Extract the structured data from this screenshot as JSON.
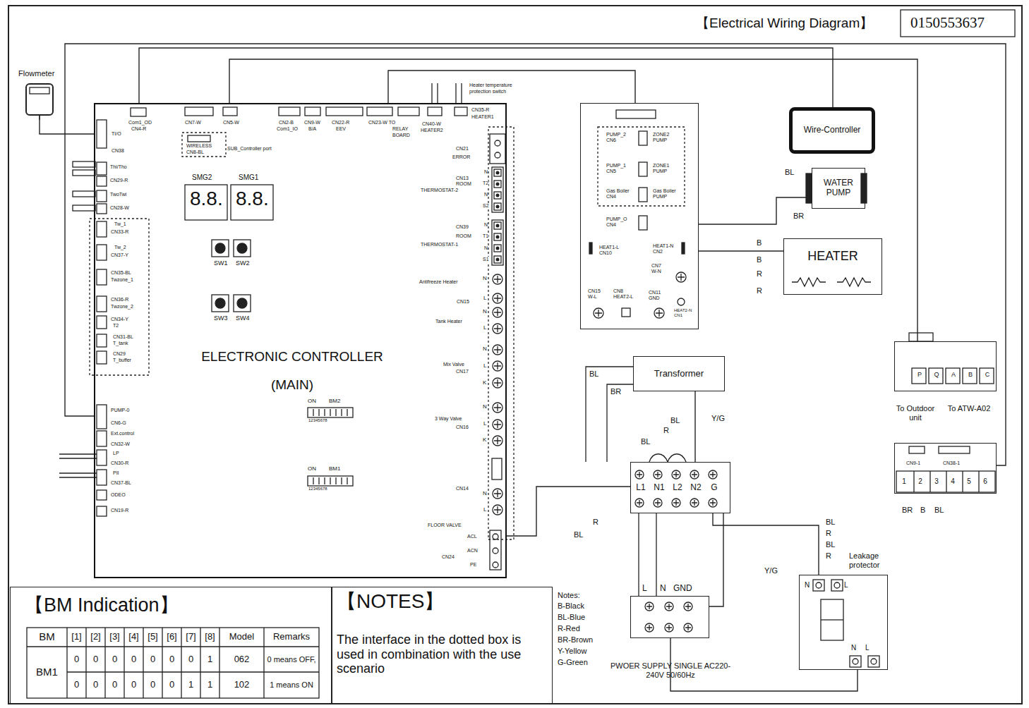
{
  "diagram": {
    "title": "【Electrical Wiring Diagram】",
    "nodes": [
      {
        "text": [
          "Flowmeter"
        ]
      },
      {
        "text": [
          "ELECTRONIC CONTROLLER (MAIN)"
        ]
      },
      {
        "text": [
          "PUMP_2 CN6",
          "ZONE2 PUMP",
          "PUMP_1 CN5",
          "ZONE1 PUMP",
          "Gas Boiler CN4",
          "Gas Boiler PUMP",
          "PUMP_O CN4",
          "HEAT1-L CN10",
          "HEAT1-N CN2",
          "CN7 W-N",
          "CN15 W-L",
          "CN8 HEAT2-L",
          "CN11 GND",
          "HEAT2-N CN1"
        ]
      },
      {
        "text": [
          "Wire-Controller"
        ]
      },
      {
        "text": [
          "WATER PUMP"
        ]
      },
      {
        "text": [
          "HEATER"
        ]
      },
      {
        "text": [
          "Transformer"
        ]
      },
      {
        "text": [
          "L1",
          "N1",
          "L2",
          "N2",
          "G"
        ]
      },
      {
        "text": [
          "P",
          "Q",
          "A",
          "B",
          "C",
          "To Outdoor unit",
          "To ATW-A02"
        ]
      },
      {
        "text": [
          "CN9-1",
          "CN38-1",
          "1",
          "2",
          "3",
          "4",
          "5",
          "6",
          "BR",
          "B",
          "BL"
        ]
      },
      {
        "text": [
          "PWOER SUPPLY SINGLE AC220-240V 50/60Hz"
        ]
      },
      {
        "text": [
          "Leakage protector"
        ]
      },
      {
        "text": [
          "【BM Indication】"
        ]
      },
      {
        "text": [
          "【NOTES】",
          "The interface in the dotted box is used in combination with the use scenario"
        ]
      }
    ],
    "edges": [
      {
        "from": 0,
        "to": 1,
        "arrow": "none"
      },
      {
        "from": 3,
        "to": 1,
        "arrow": "none"
      },
      {
        "from": 2,
        "to": 1,
        "arrow": "none"
      },
      {
        "from": 4,
        "to": 2,
        "arrow": "none"
      },
      {
        "from": 5,
        "to": 2,
        "arrow": "none"
      },
      {
        "from": 6,
        "to": 7,
        "arrow": "none"
      },
      {
        "from": 7,
        "to": 1,
        "arrow": "none"
      },
      {
        "from": 10,
        "to": 11,
        "arrow": "none"
      },
      {
        "from": 11,
        "to": 7,
        "arrow": "none"
      },
      {
        "from": 10,
        "to": 7,
        "arrow": "none"
      },
      {
        "from": 8,
        "to": 1,
        "arrow": "none"
      },
      {
        "from": 9,
        "to": 1,
        "arrow": "none"
      }
    ],
    "labels": [
      "0150553637",
      "Com1_OD",
      "CN4-R",
      "CN7-W",
      "CN5-W",
      "CN2-B",
      "Com1_IO",
      "CN9-W",
      "B/A",
      "CN22-R",
      "EEV",
      "CN23-W TO",
      "RELAY",
      "BOARD",
      "CN40-W",
      "HEATER2",
      "CN35-R",
      "HEATER1",
      "Heater temperature",
      "protection switch",
      "WIRELESS",
      "CN8-BL",
      "SUB_Controller port",
      "TI/O",
      "CN38",
      "Thi/Tho",
      "CN29-R",
      "TwoTwi",
      "CN28-W",
      "Tw_1",
      "CN33-R",
      "Tw_2",
      "CN37-Y",
      "CN35-BL",
      "Twzone_1",
      "CN36-R",
      "Twzone_2",
      "CN34-Y",
      "T2",
      "CN31-BL",
      "T_tank",
      "CN29",
      "T_buffer",
      "PUMP-0",
      "CN6-G",
      "Ext.control",
      "CN32-W",
      "LP",
      "CN30-R",
      "PII",
      "CN37-BL",
      "ODEO",
      "CN19-R",
      "SMG2",
      "SMG1",
      "8.8.",
      "8.8.",
      "SW1",
      "SW2",
      "SW3",
      "SW4",
      "ON",
      "BM2",
      "12345678",
      "ON",
      "BM1",
      "12345678",
      "CN21",
      "ERROR",
      "CN13",
      "ROOM",
      "THERMOSTAT-2",
      "N",
      "T2",
      "N",
      "S2",
      "CN39",
      "ROOM",
      "THERMOSTAT-1",
      "N",
      "T1",
      "N",
      "S1",
      "Antifreeze Heater",
      "N",
      "CN15",
      "L",
      "Tank Heater",
      "N",
      "L",
      "N",
      "Mix Valve",
      "CN17",
      "L",
      "K",
      "N",
      "3 Way Valve",
      "CN16",
      "L",
      "K",
      "CN14",
      "N",
      "FLOOR VALVE",
      "L",
      "ACL",
      "ACN",
      "CN24",
      "PE",
      "BL",
      "BR",
      "B",
      "B",
      "R",
      "R",
      "BL",
      "BR",
      "BL",
      "Y/G",
      "R",
      "BL",
      "R",
      "BL",
      "BL",
      "R",
      "BL",
      "R",
      "Y/G",
      "N",
      "L",
      "N",
      "L",
      "L",
      "N",
      "GND",
      "Notes:",
      "B-Black",
      "BL-Blue",
      "R-Red",
      "BR-Brown",
      "Y-Yellow",
      "G-Green",
      "BM",
      "[1]",
      "[2]",
      "[3]",
      "[4]",
      "[5]",
      "[6]",
      "[7]",
      "[8]",
      "Model",
      "Remarks",
      "BM1",
      "0",
      "0",
      "0",
      "0",
      "0",
      "0",
      "0",
      "1",
      "062",
      "0 means OFF,",
      "0",
      "0",
      "0",
      "0",
      "0",
      "0",
      "1",
      "1",
      "102",
      "1 means ON"
    ]
  }
}
